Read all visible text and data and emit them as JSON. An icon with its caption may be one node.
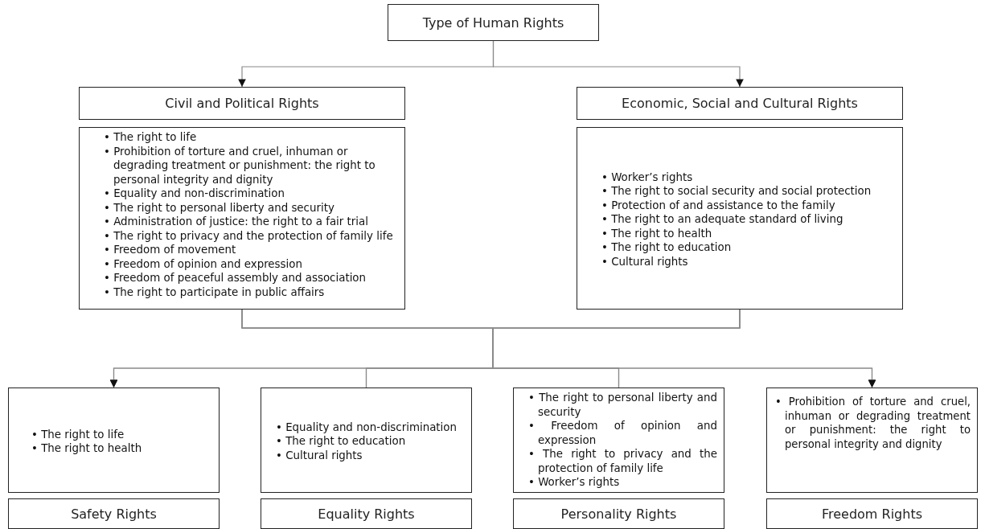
{
  "diagram": {
    "nodes": [
      {
        "text": [
          "Type of Human Rights"
        ]
      },
      {
        "text": [
          "Civil and Political Rights"
        ]
      },
      {
        "text": [
          "Economic, Social and Cultural Rights"
        ]
      },
      {
        "text": [
          "• The right to life",
          "• Prohibition of torture and cruel, inhuman or degrading treatment or punishment: the right to personal integrity and dignity",
          "• Equality and non-discrimination",
          "• The right to personal liberty and security",
          "• Administration of justice: the right to a fair trial",
          "• The right to privacy and the protection of family life",
          "• Freedom of movement",
          "• Freedom of opinion and expression",
          "• Freedom of peaceful assembly and association",
          "• The right to participate in public affairs"
        ]
      },
      {
        "text": [
          "• Worker’s rights",
          "• The right to social security and social protection",
          "• Protection of and assistance to the family",
          "• The right to an adequate standard of living",
          "• The right to health",
          "• The right to education",
          "• Cultural rights"
        ]
      },
      {
        "text": [
          "• The right to life",
          "• The right to health"
        ]
      },
      {
        "text": [
          "• Equality and non-discrimination",
          "• The right to education",
          "• Cultural rights"
        ]
      },
      {
        "text": [
          "• The right to personal liberty and security",
          "• Freedom of opinion and expression",
          "• The right to privacy and the protection of family life",
          "• Worker’s rights"
        ]
      },
      {
        "text": [
          "• Prohibition of torture and cruel, inhuman or degrading treatment or punishment: the right to personal integrity and dignity"
        ]
      },
      {
        "text": [
          "Safety Rights"
        ]
      },
      {
        "text": [
          "Equality Rights"
        ]
      },
      {
        "text": [
          "Personality Rights"
        ]
      },
      {
        "text": [
          "Freedom Rights"
        ]
      }
    ],
    "edges": [
      {
        "from": 0,
        "to": 1,
        "arrow": "to"
      },
      {
        "from": 0,
        "to": 2,
        "arrow": "to"
      },
      {
        "from": 3,
        "to": 5,
        "arrow": "to"
      },
      {
        "from": 3,
        "to": 6,
        "arrow": "none"
      },
      {
        "from": 3,
        "to": 7,
        "arrow": "none"
      },
      {
        "from": 3,
        "to": 8,
        "arrow": "to"
      },
      {
        "from": 4,
        "to": 5,
        "arrow": "to"
      },
      {
        "from": 4,
        "to": 6,
        "arrow": "none"
      },
      {
        "from": 4,
        "to": 7,
        "arrow": "none"
      },
      {
        "from": 4,
        "to": 8,
        "arrow": "to"
      }
    ]
  }
}
